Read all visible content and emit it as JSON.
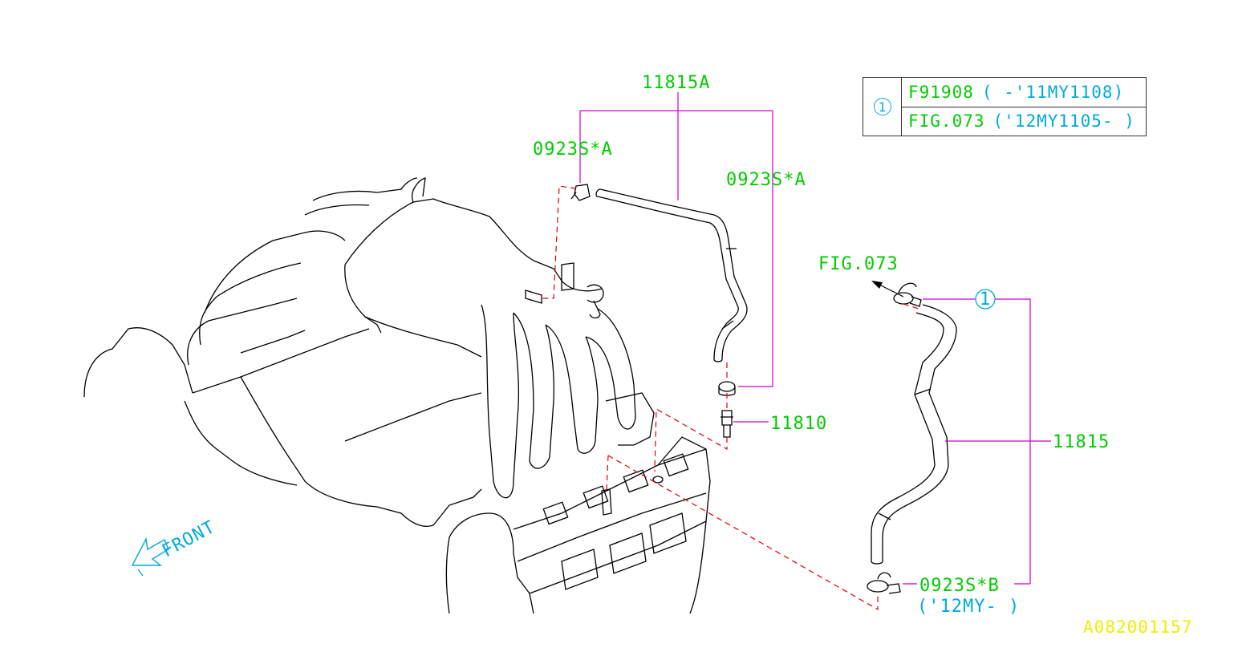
{
  "labels": {
    "hose_a": "11815A",
    "clamp_a_left": "0923S*A",
    "clamp_a_right": "0923S*A",
    "pcv_valve": "11810",
    "hose": "11815",
    "fig_ref": "FIG.073",
    "clamp_b": "0923S*B",
    "clamp_b_period": "('12MY- )",
    "ref_number": "1",
    "front": "FRONT",
    "diagram_id": "A082001157"
  },
  "legend": {
    "key": "1",
    "rows": [
      {
        "code": "F91908",
        "period": "( -'11MY1108)"
      },
      {
        "code": "FIG.073",
        "period": "('12MY1105- )"
      }
    ]
  },
  "colors": {
    "label": "#00cc00",
    "period": "#00aadd",
    "leader": "#cc00cc",
    "dashed": "#dd0000",
    "outline": "#000000",
    "diagram_id": "#eeee00"
  }
}
